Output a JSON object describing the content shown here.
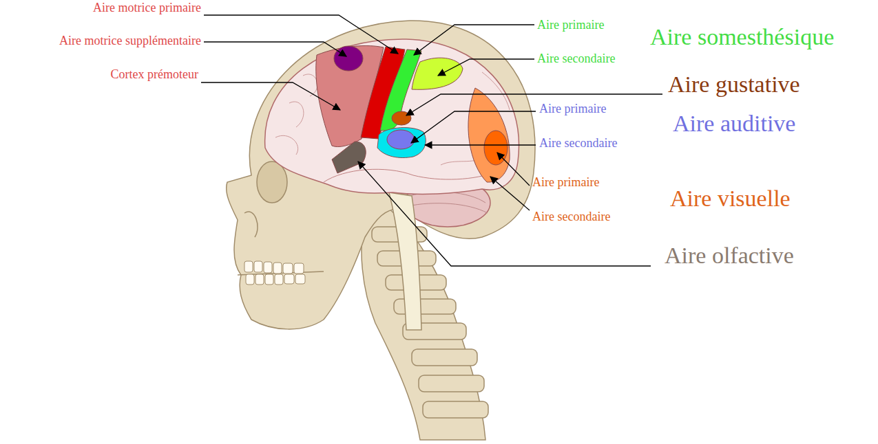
{
  "diagram": {
    "labels": [
      "Aire motrice primaire",
      "Aire motrice supplémentaire",
      "Cortex prémoteur",
      "Aire primaire",
      "Aire somesthésique",
      "Aire secondaire",
      "Aire gustative",
      "Aire primaire",
      "Aire auditive",
      "Aire secondaire",
      "Aire primaire",
      "Aire visuelle",
      "Aire secondaire",
      "Aire olfactive"
    ]
  }
}
